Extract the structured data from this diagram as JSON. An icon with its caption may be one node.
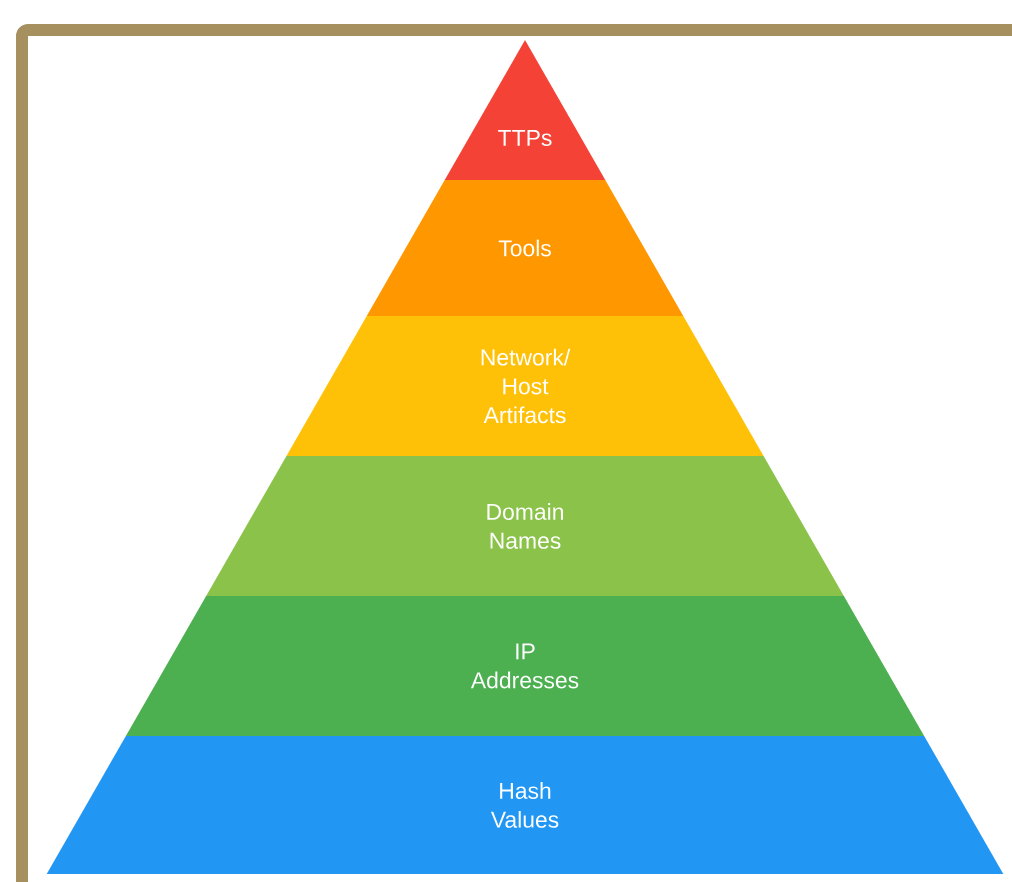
{
  "diagram": {
    "nodes": [
      {
        "text": [
          "TTPs"
        ]
      },
      {
        "text": [
          "Tools"
        ]
      },
      {
        "text": [
          "Network/ Host Artifacts"
        ]
      },
      {
        "text": [
          "Domain Names"
        ]
      },
      {
        "text": [
          "IP Addresses"
        ]
      },
      {
        "text": [
          "Hash Values"
        ]
      }
    ]
  }
}
